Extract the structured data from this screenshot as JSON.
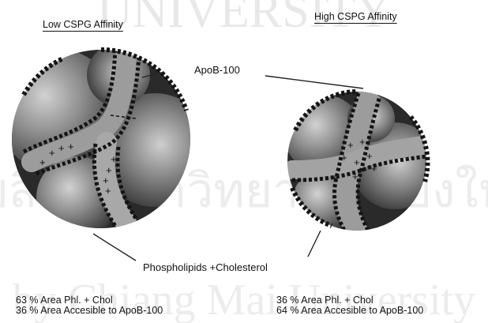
{
  "watermark": {
    "text_1": "UNIVERSITY",
    "text_2": "ลิขสิทธิ์มหาวิทยาลัยเชียงใหม่",
    "text_3": "by Chiang Mai University",
    "color": "#d6d6d6"
  },
  "titles": {
    "left": "Low CSPG Affinity",
    "right": "High CSPG  Affinity"
  },
  "labels": {
    "apob": "ApoB-100",
    "phospholipids": "Phospholipids +Cholesterol"
  },
  "stats": {
    "left": {
      "line1": "63 % Area Phl. + Chol",
      "line2": "36 % Area Accesible to ApoB-100"
    },
    "right": {
      "line1": "36 % Area Phl. + Chol",
      "line2": "64 % Area Accesible to ApoB-100"
    }
  },
  "charges": {
    "symbol": "+"
  },
  "colors": {
    "particle_dark": "#2a2a2a",
    "particle_light": "#d8d8d8",
    "band": "#9a9a9a",
    "apob_dash": "#141414"
  }
}
